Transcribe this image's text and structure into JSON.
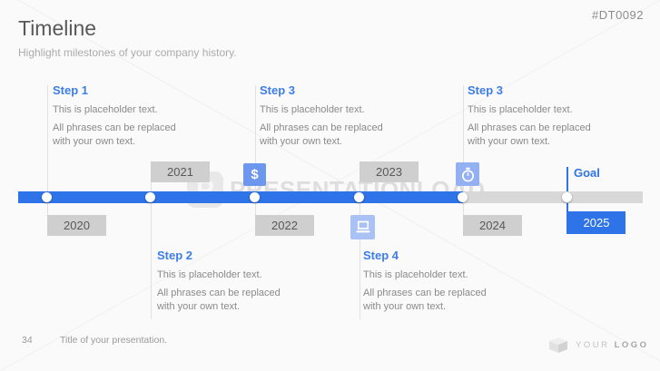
{
  "slide": {
    "title": "Timeline",
    "subtitle": "Highlight milestones of your company history.",
    "code": "#DT0092"
  },
  "timeline": {
    "years": [
      "2020",
      "2021",
      "2022",
      "2023",
      "2024",
      "2025"
    ],
    "goal_label": "Goal",
    "dollar_symbol": "$",
    "icon_names": [
      "dollar-icon",
      "laptop-icon",
      "stopwatch-icon"
    ],
    "steps": [
      {
        "label": "Step 1",
        "text1": "This is placeholder text.",
        "text2": "All phrases can be replaced",
        "text3": "with your own text."
      },
      {
        "label": "Step 3",
        "text1": "This is placeholder text.",
        "text2": "All phrases can be replaced",
        "text3": "with your own text."
      },
      {
        "label": "Step 3",
        "text1": "This is placeholder text.",
        "text2": "All phrases can be replaced",
        "text3": "with your own text."
      },
      {
        "label": "Step 2",
        "text1": "This is placeholder text.",
        "text2": "All phrases can be replaced",
        "text3": "with your own text."
      },
      {
        "label": "Step 4",
        "text1": "This is placeholder text.",
        "text2": "All phrases can be replaced",
        "text3": "with your own text."
      }
    ]
  },
  "watermark": {
    "logo_letter": "P",
    "text": "PRESENTATIONLOAD"
  },
  "footer": {
    "page_number": "34",
    "presentation_title": "Title of your presentation.",
    "logo_light": "YOUR ",
    "logo_bold": "LOGO"
  },
  "colors": {
    "accent_blue": "#2e73e8",
    "bar_gray": "#d8d8d8",
    "year_box_gray": "#cfcfcf",
    "icon_dollar_bg": "#6d96ef",
    "icon_clock_bg": "#93b0f2",
    "icon_laptop_bg": "#aac1f5",
    "body_text_gray": "#8a8a8a"
  }
}
